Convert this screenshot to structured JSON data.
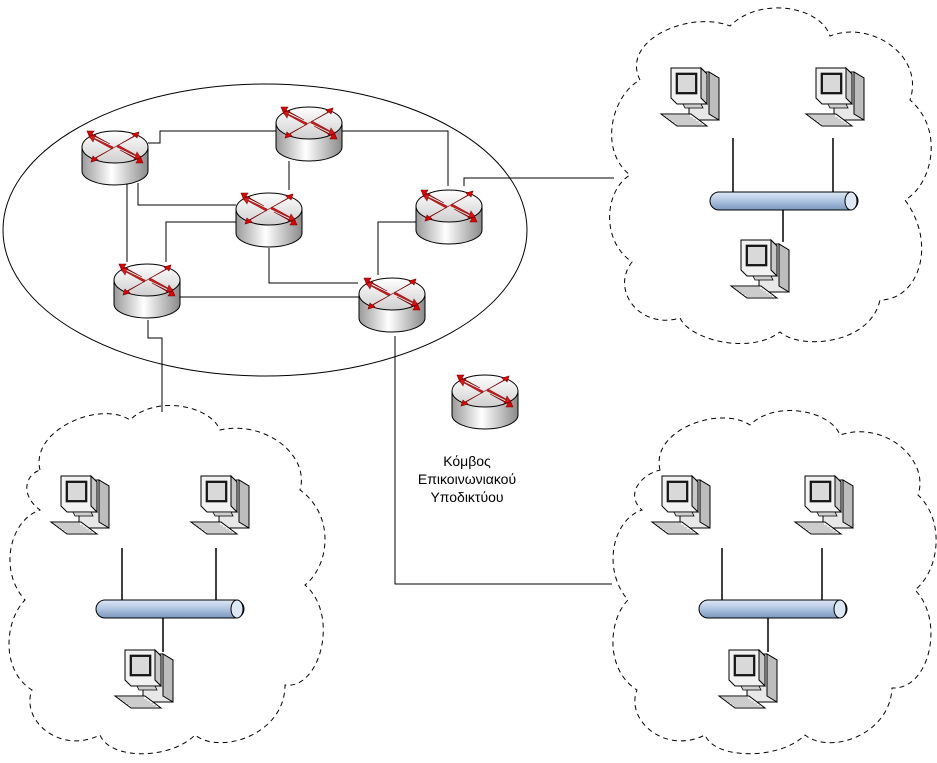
{
  "legend": {
    "lines": [
      "Κόμβος",
      "Επικοινωνιακού",
      "Υποδικτύου"
    ]
  },
  "icons": {
    "router": "router-icon",
    "workstation": "workstation-icon",
    "bus": "lan-bus-icon",
    "cloud": "lan-cloud"
  },
  "colors": {
    "router_body": "#d9d9d9",
    "router_arrows": "#e00000",
    "bus": "#b8cde6",
    "line": "#000000"
  }
}
